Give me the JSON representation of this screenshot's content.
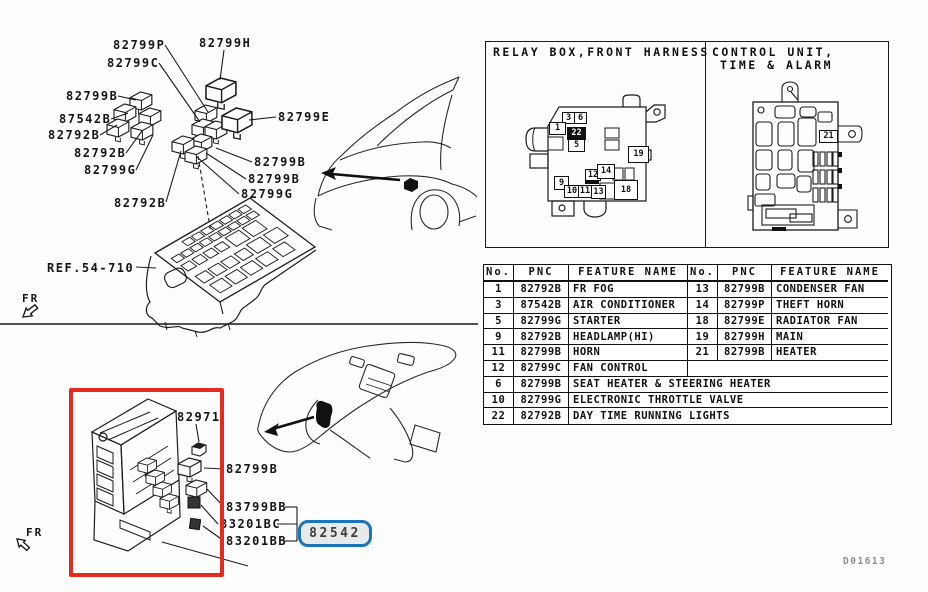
{
  "doc_code": "D01613",
  "fr_indicator": "FR",
  "panels": {
    "relay_box_title": "RELAY BOX,FRONT HARNESS",
    "control_unit_title_line1": "CONTROL UNIT,",
    "control_unit_title_line2": "TIME & ALARM"
  },
  "exploded_view": {
    "labels": {
      "p82799P": "82799P",
      "p82799H": "82799H",
      "p82799C": "82799C",
      "p82799B_a": "82799B",
      "p87542B": "87542B",
      "p82792B_a": "82792B",
      "p82792B_b": "82792B",
      "p82799G_a": "82799G",
      "p82799E": "82799E",
      "p82799B_b": "82799B",
      "p82799B_c": "82799B",
      "p82799G_b": "82799G",
      "p82792B_c": "82792B",
      "ref": "REF.54-710"
    }
  },
  "junction_view": {
    "labels": {
      "p82971": "82971",
      "p82799B": "82799B",
      "p83799BB": "83799BB",
      "p83201BC": "83201BC",
      "p83201BB": "83201BB"
    },
    "highlight": "82542"
  },
  "relay_box_callouts": {
    "c1": "1",
    "c3": "3",
    "c5": "5",
    "c6": "6",
    "c9": "9",
    "c10": "10",
    "c11": "11",
    "c12": "12",
    "c13": "13",
    "c14": "14",
    "c18": "18",
    "c19": "19",
    "c22": "22"
  },
  "control_unit_callouts": {
    "c21": "21"
  },
  "table": {
    "headers": {
      "no": "No.",
      "pnc": "PNC",
      "feature": "FEATURE NAME"
    },
    "rows": [
      {
        "no_l": "1",
        "pnc_l": "82792B",
        "feat_l": "FR FOG",
        "no_r": "13",
        "pnc_r": "82799B",
        "feat_r": "CONDENSER FAN"
      },
      {
        "no_l": "3",
        "pnc_l": "87542B",
        "feat_l": "AIR CONDITIONER",
        "no_r": "14",
        "pnc_r": "82799P",
        "feat_r": "THEFT HORN"
      },
      {
        "no_l": "5",
        "pnc_l": "82799G",
        "feat_l": "STARTER",
        "no_r": "18",
        "pnc_r": "82799E",
        "feat_r": "RADIATOR FAN"
      },
      {
        "no_l": "9",
        "pnc_l": "82792B",
        "feat_l": "HEADLAMP(HI)",
        "no_r": "19",
        "pnc_r": "82799H",
        "feat_r": "MAIN"
      },
      {
        "no_l": "11",
        "pnc_l": "82799B",
        "feat_l": "HORN",
        "no_r": "21",
        "pnc_r": "82799B",
        "feat_r": "HEATER"
      },
      {
        "no_l": "12",
        "pnc_l": "82799C",
        "feat_l": "FAN CONTROL",
        "no_r": "",
        "pnc_r": "",
        "feat_r": ""
      }
    ],
    "span_rows": [
      {
        "no": "6",
        "pnc": "82799B",
        "feat": "SEAT HEATER & STEERING HEATER"
      },
      {
        "no": "10",
        "pnc": "82799G",
        "feat": "ELECTRONIC THROTTLE VALVE"
      },
      {
        "no": "22",
        "pnc": "82792B",
        "feat": "DAY TIME RUNNING LIGHTS"
      }
    ]
  }
}
